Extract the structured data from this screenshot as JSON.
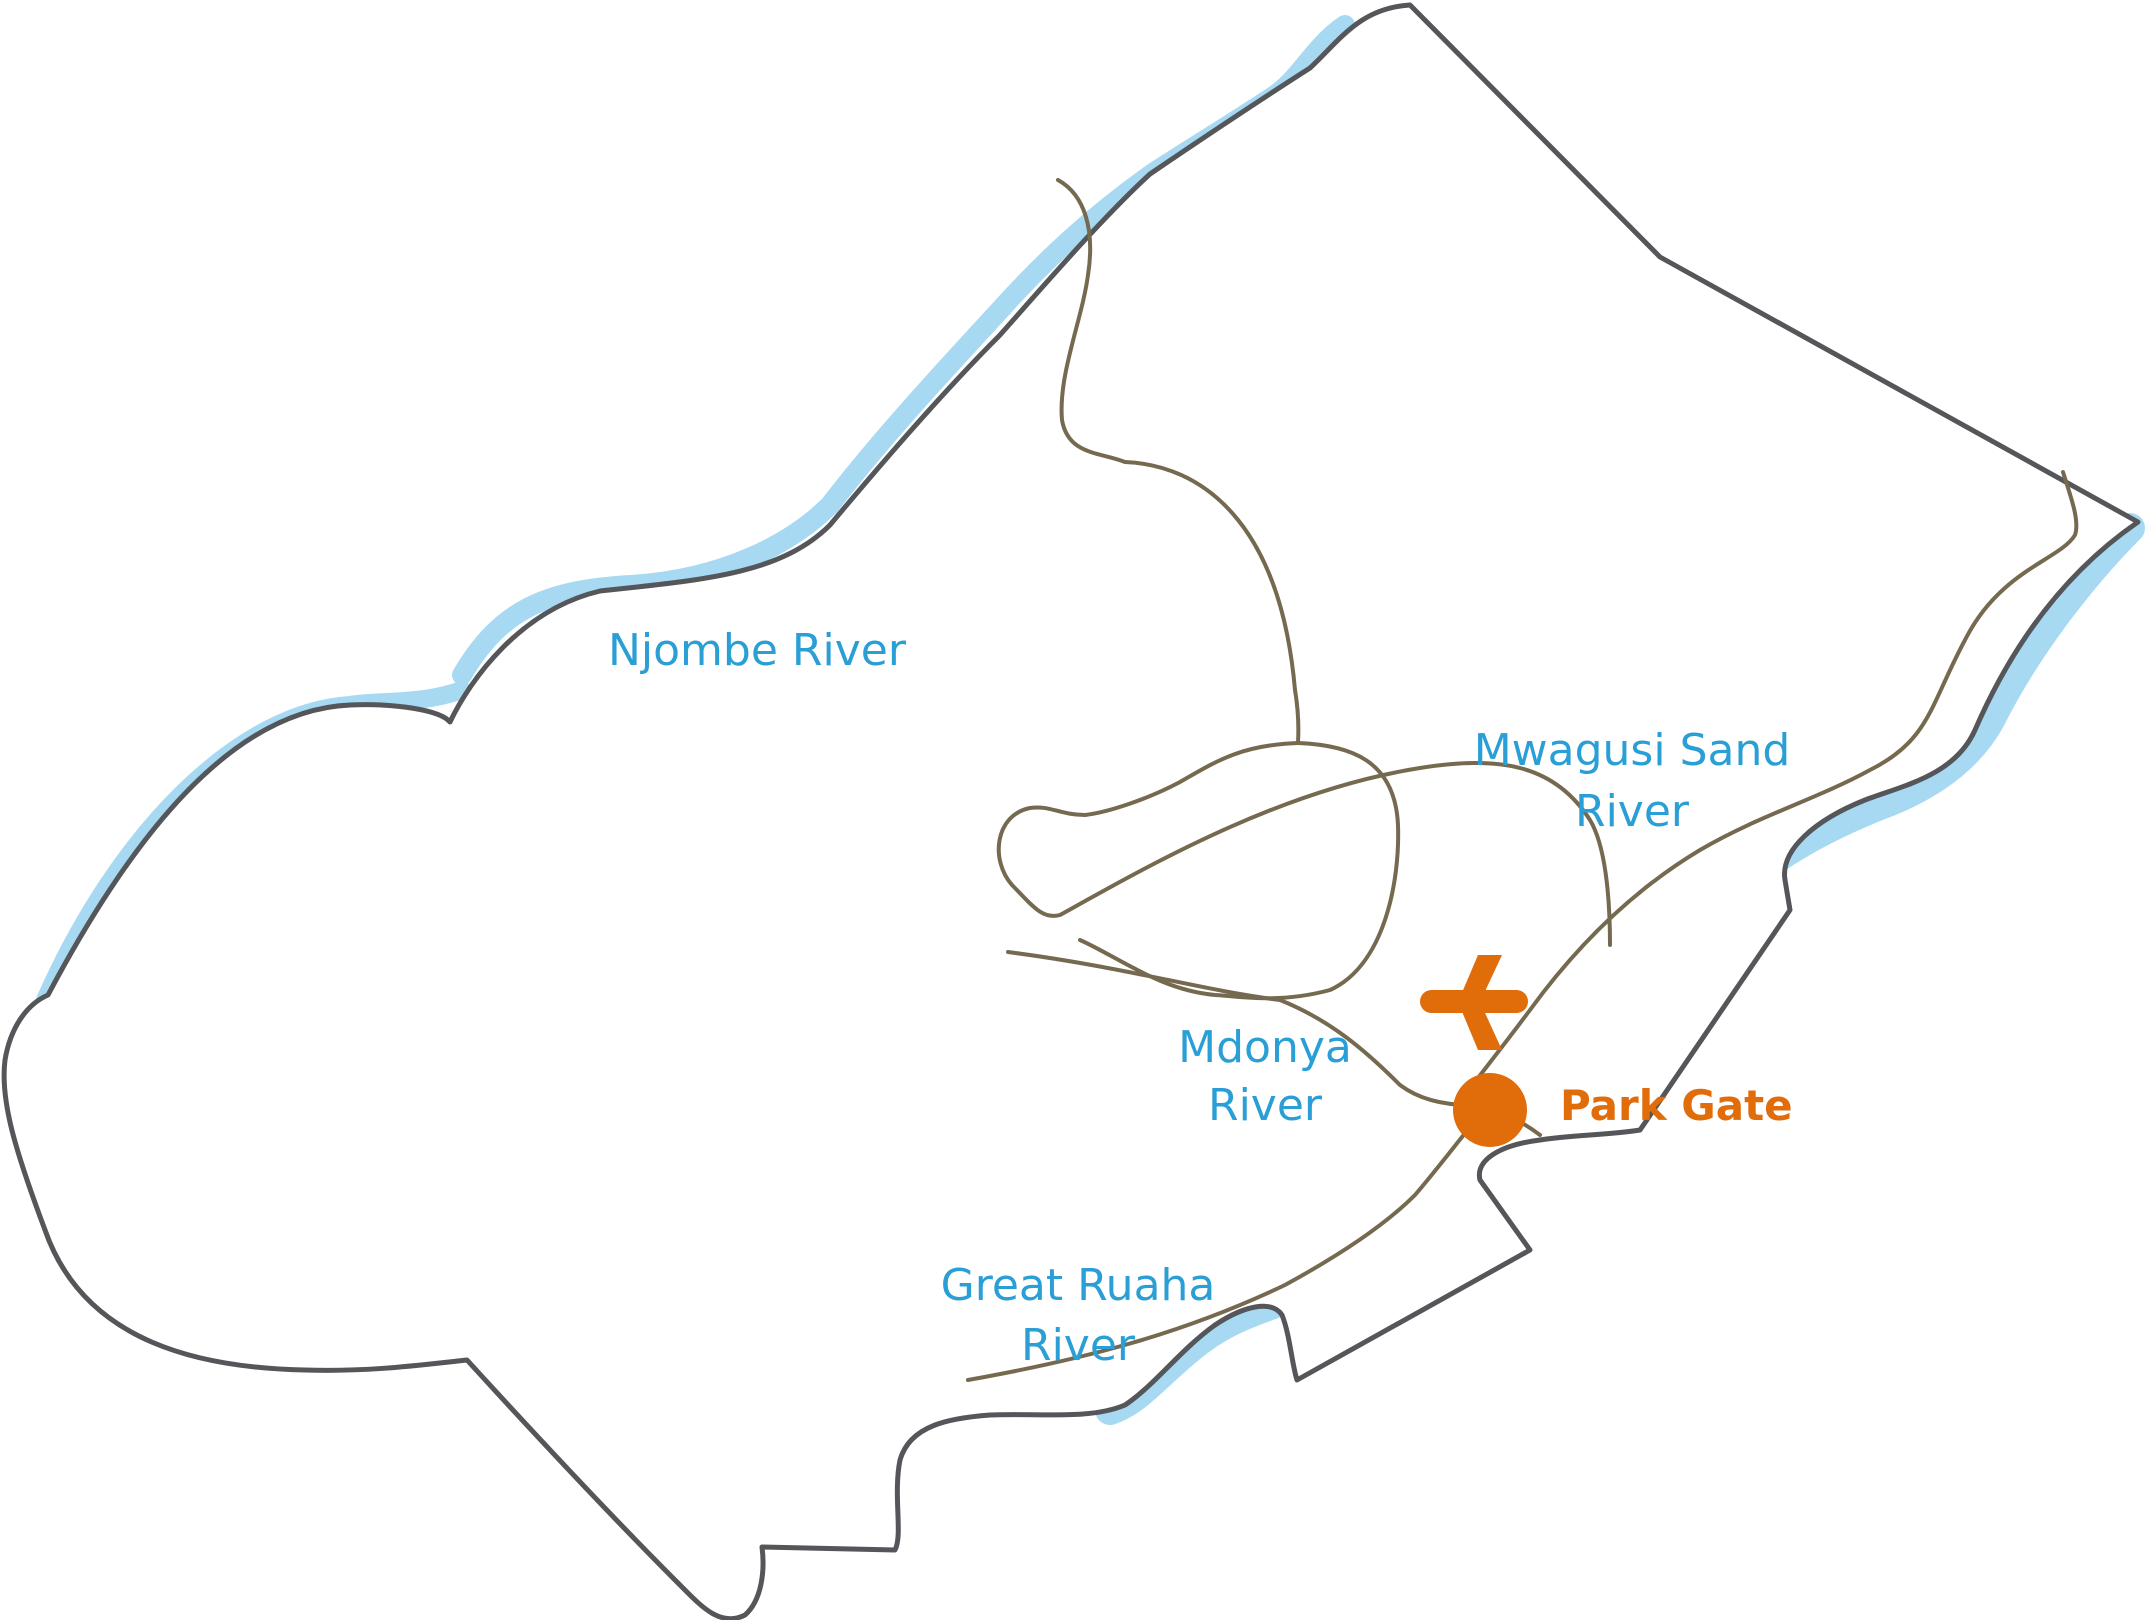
{
  "colors": {
    "river": "#a7d9f2",
    "river_label": "#2a9fd6",
    "boundary": "#55565a",
    "road": "#75694f",
    "accent": "#e06c0a",
    "background": "#ffffff"
  },
  "labels": {
    "njombe": "Njombe River",
    "mwagusi_line1": "Mwagusi Sand",
    "mwagusi_line2": "River",
    "mdonya_line1": "Mdonya",
    "mdonya_line2": "River",
    "great_ruaha_line1": "Great Ruaha",
    "great_ruaha_line2": "River",
    "park_gate": "Park Gate"
  },
  "icons": {
    "airstrip": "airplane-icon",
    "park_gate": "circle-marker-icon"
  }
}
